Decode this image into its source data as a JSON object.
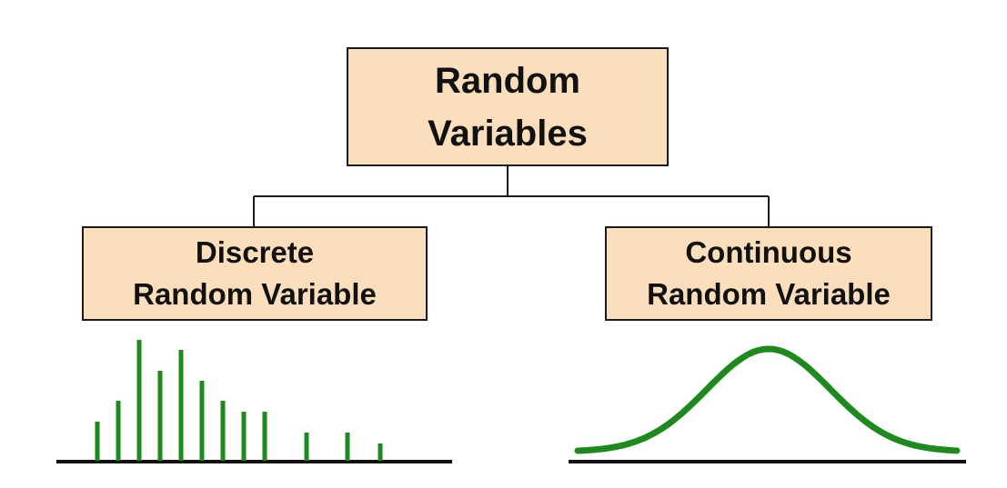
{
  "diagram": {
    "root": {
      "line1": "Random",
      "line2": "Variables"
    },
    "discrete": {
      "line1": "Discrete",
      "line2": "Random Variable"
    },
    "continuous": {
      "line1": "Continuous",
      "line2": "Random Variable"
    }
  },
  "colors": {
    "box_fill": "#fbdfbd",
    "box_border": "#1a1a1a",
    "plot_green": "#1e8a1e",
    "axis": "#111111"
  },
  "icons": {
    "discrete_plot": "vertical-bars-icon",
    "continuous_plot": "bell-curve-icon"
  }
}
